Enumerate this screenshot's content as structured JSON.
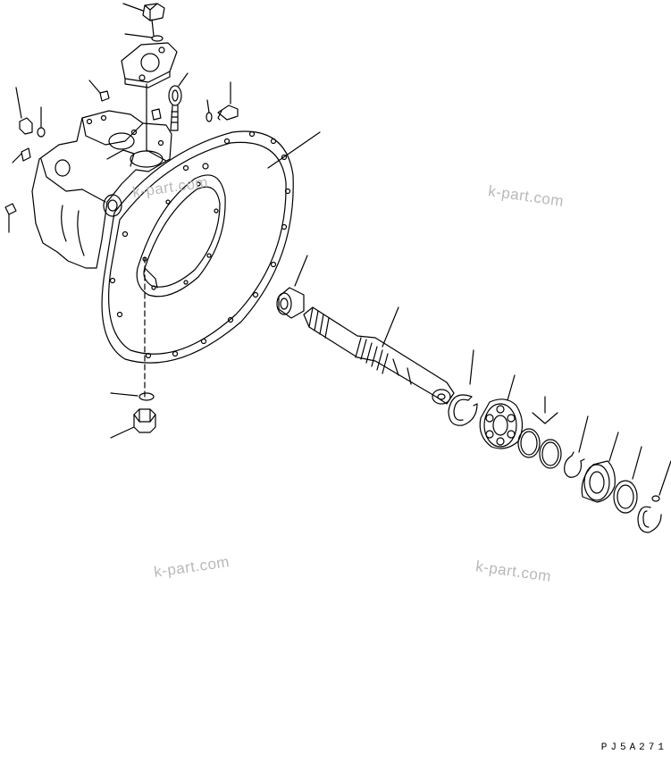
{
  "watermarks": [
    "k-part.com",
    "k-part.com",
    "k-part.com",
    "k-part.com"
  ],
  "drawing_code": "PJ5A271",
  "parts": [
    "bolt",
    "o-ring",
    "cover",
    "plug",
    "eye-bolt",
    "pin",
    "elbow-fitting",
    "pump-body",
    "flange-housing",
    "o-ring-seal",
    "drain-plug",
    "needle-bearing",
    "drive-shaft",
    "snap-ring",
    "ball-bearing",
    "shim-set",
    "retaining-ring",
    "oil-seal",
    "washer",
    "circlip"
  ]
}
